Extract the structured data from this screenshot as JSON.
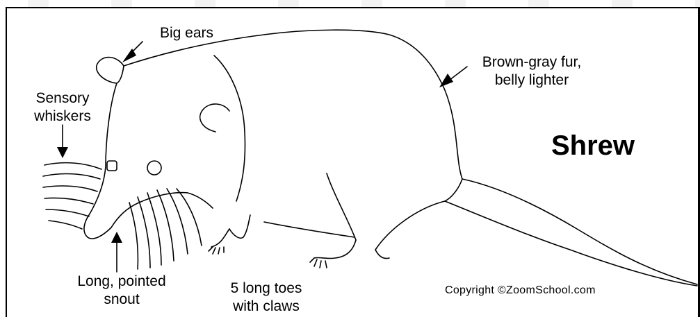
{
  "title": "Shrew",
  "labels": {
    "ears": "Big ears",
    "fur_line1": "Brown-gray fur,",
    "fur_line2": "belly lighter",
    "whiskers_line1": "Sensory",
    "whiskers_line2": "whiskers",
    "snout_line1": "Long, pointed",
    "snout_line2": "snout",
    "toes_line1": "5 long toes",
    "toes_line2": "with claws"
  },
  "copyright": "Copyright ©ZoomSchool.com"
}
